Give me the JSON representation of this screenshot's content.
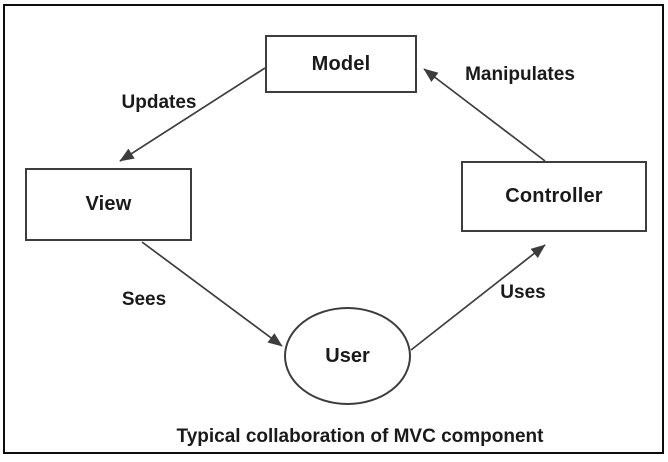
{
  "diagram": {
    "caption": "Typical collaboration of MVC component",
    "nodes": {
      "model": {
        "label": "Model",
        "shape": "rectangle"
      },
      "view": {
        "label": "View",
        "shape": "rectangle"
      },
      "controller": {
        "label": "Controller",
        "shape": "rectangle"
      },
      "user": {
        "label": "User",
        "shape": "ellipse"
      }
    },
    "edges": {
      "updates": {
        "label": "Updates",
        "from": "Model",
        "to": "View"
      },
      "manipulates": {
        "label": "Manipulates",
        "from": "Controller",
        "to": "Model"
      },
      "sees": {
        "label": "Sees",
        "from": "View",
        "to": "User"
      },
      "uses": {
        "label": "Uses",
        "from": "User",
        "to": "Controller"
      }
    },
    "colors": {
      "background": "#ffffff",
      "stroke": "#3d3d3d",
      "frame": "#0d0d0d",
      "text": "#1a1a1a"
    }
  }
}
